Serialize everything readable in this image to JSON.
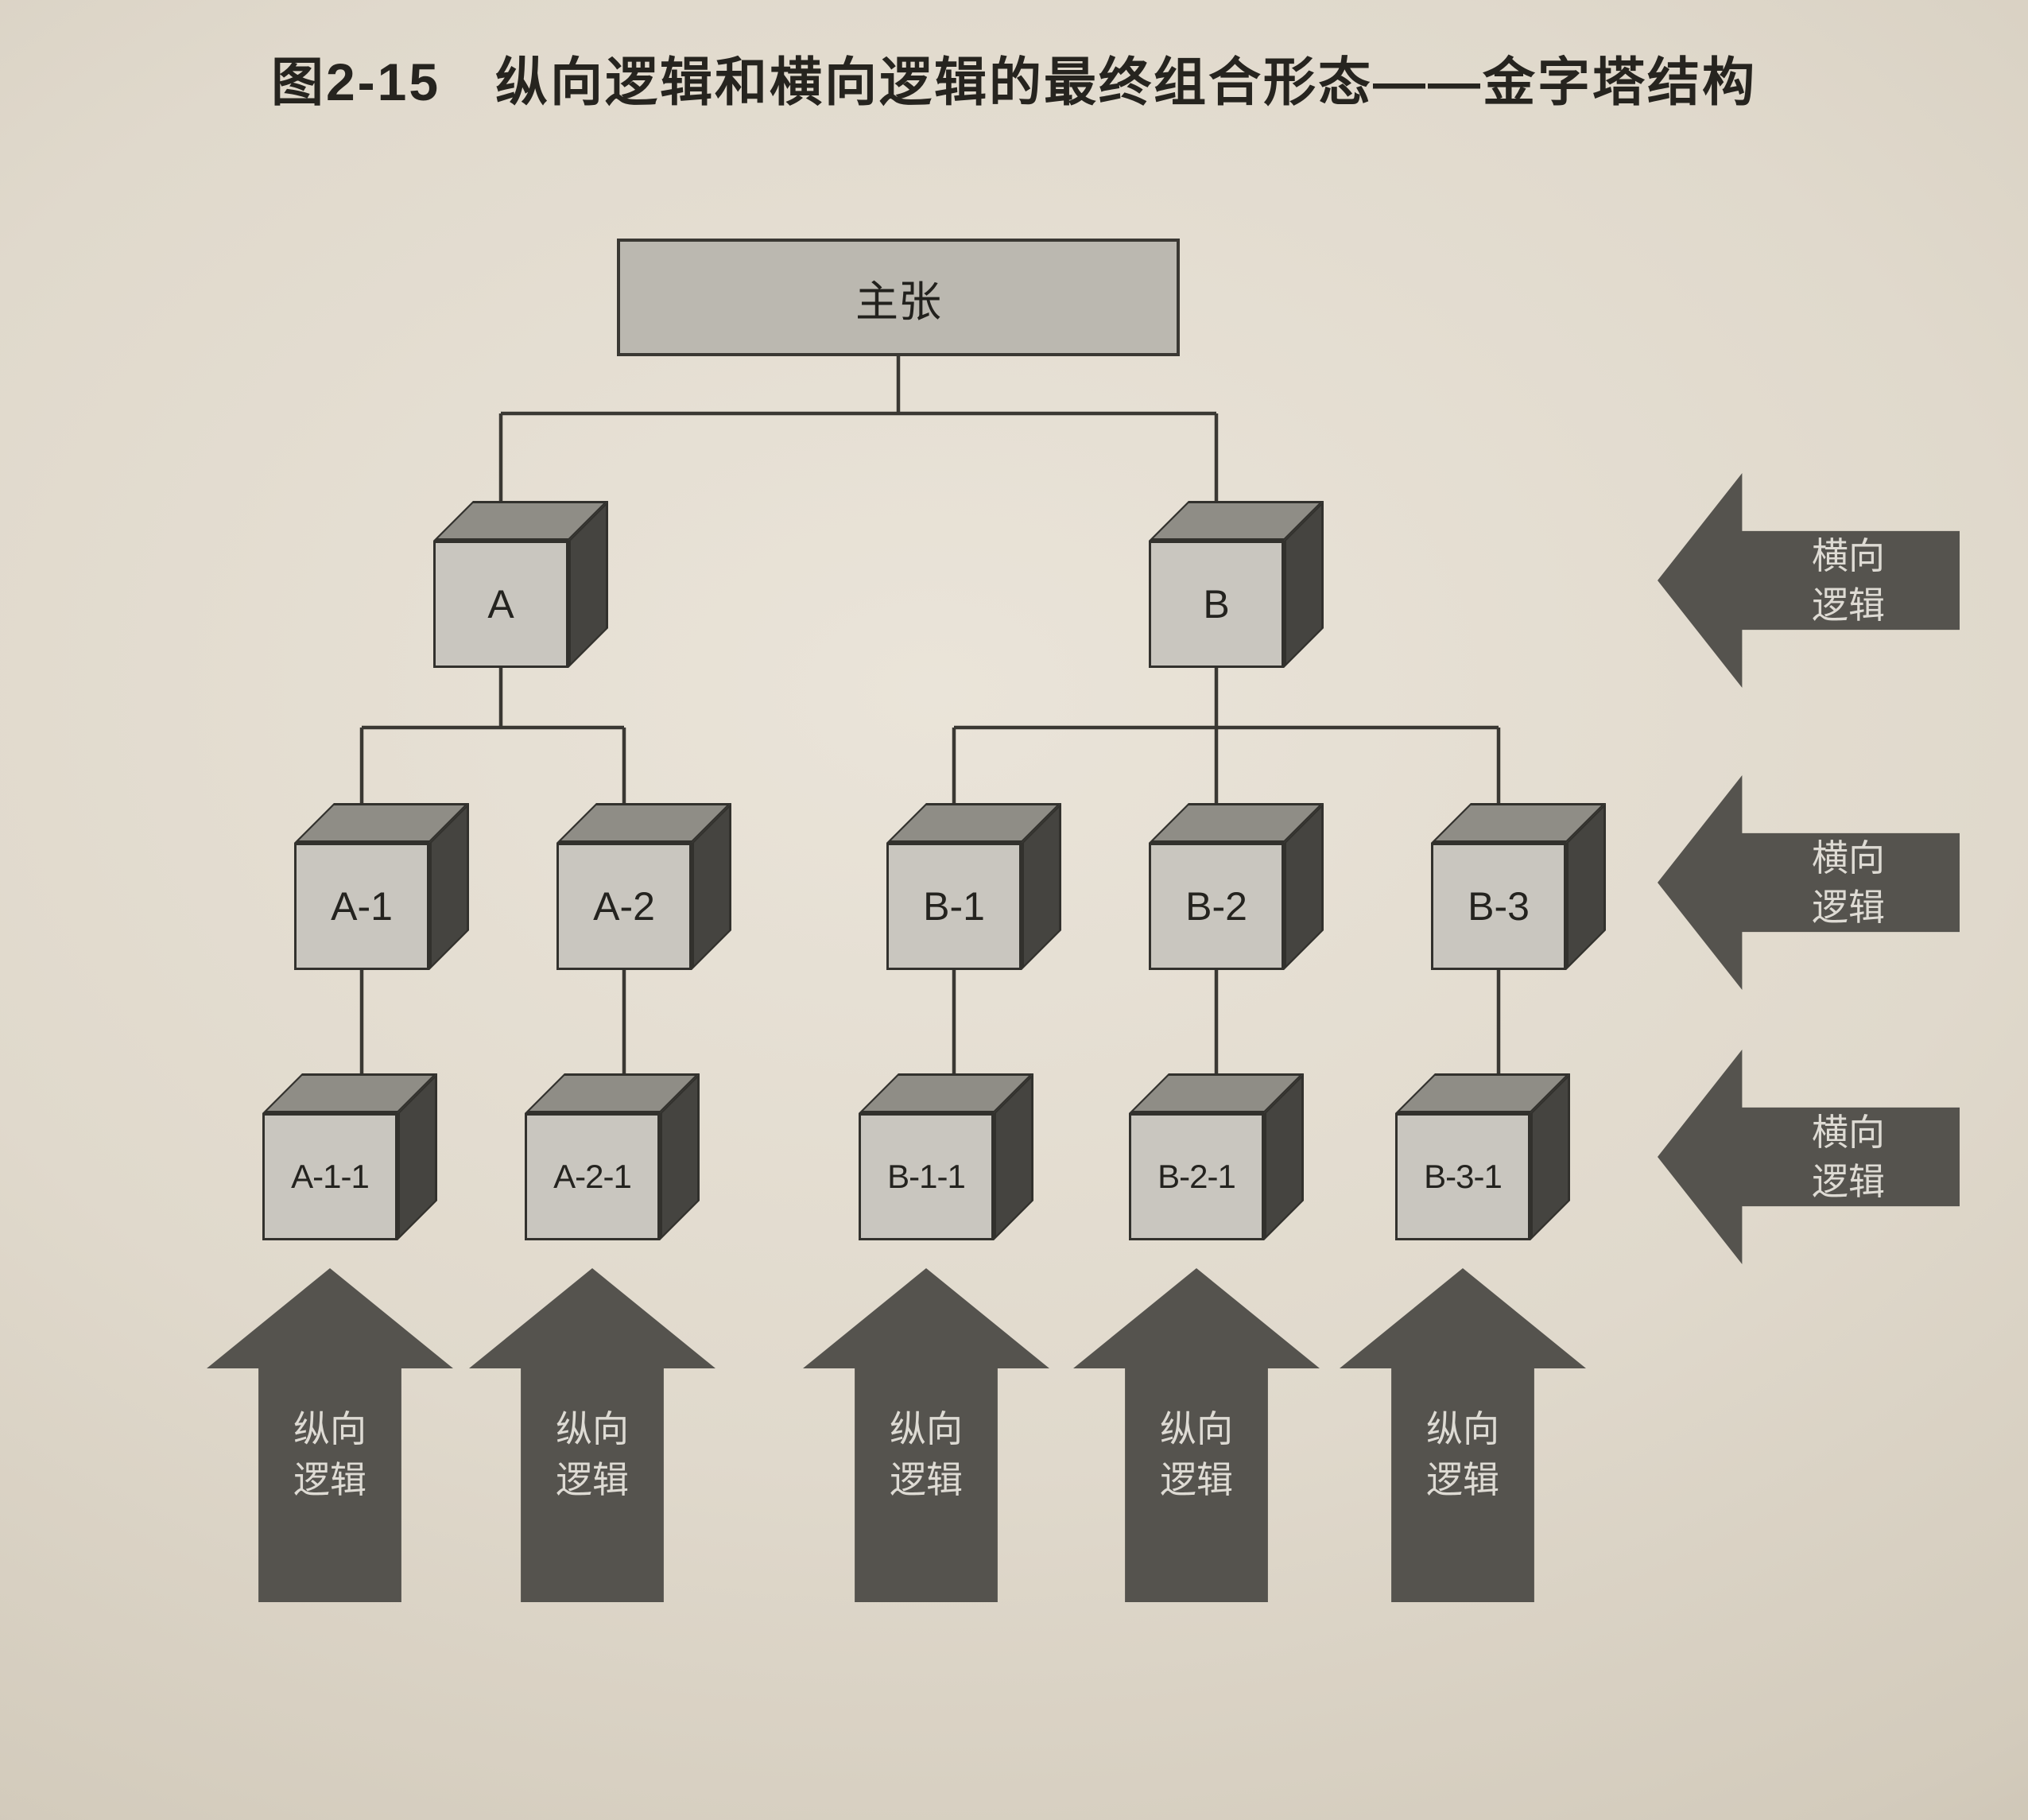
{
  "figure": {
    "title": "图2-15　纵向逻辑和横向逻辑的最终组合形态——金字塔结构"
  },
  "tree": {
    "root": {
      "label": "主张"
    },
    "level2": [
      {
        "label": "A"
      },
      {
        "label": "B"
      }
    ],
    "level3": [
      {
        "label": "A-1"
      },
      {
        "label": "A-2"
      },
      {
        "label": "B-1"
      },
      {
        "label": "B-2"
      },
      {
        "label": "B-3"
      }
    ],
    "level4": [
      {
        "label": "A-1-1"
      },
      {
        "label": "A-2-1"
      },
      {
        "label": "B-1-1"
      },
      {
        "label": "B-2-1"
      },
      {
        "label": "B-3-1"
      }
    ]
  },
  "arrows": {
    "horizontal": [
      "横向逻辑",
      "横向逻辑",
      "横向逻辑"
    ],
    "vertical": [
      "纵向逻辑",
      "纵向逻辑",
      "纵向逻辑",
      "纵向逻辑",
      "纵向逻辑"
    ]
  },
  "colors": {
    "page_background": "#ddd6c9",
    "cube_front": "#c9c6bf",
    "cube_top": "#8f8d86",
    "cube_side": "#454440",
    "arrow_fill": "#55534e",
    "arrow_text": "#dedbd4",
    "line": "#3a3833"
  }
}
